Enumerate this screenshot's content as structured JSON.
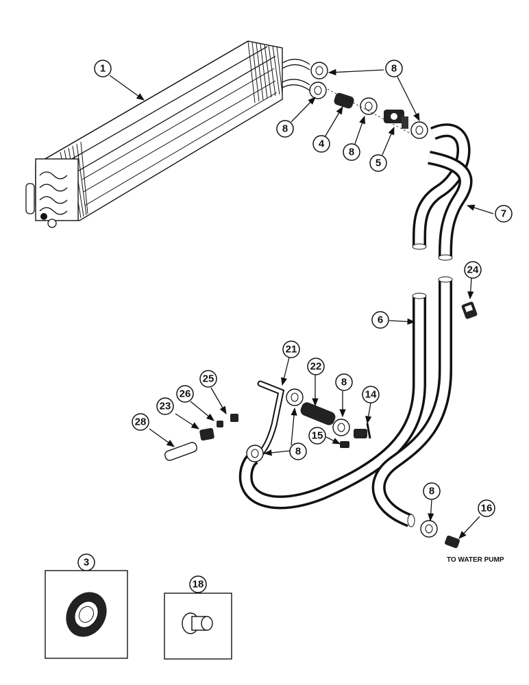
{
  "callouts": {
    "c1": "1",
    "c3": "3",
    "c4": "4",
    "c5": "5",
    "c6": "6",
    "c7": "7",
    "c8": "8",
    "c14": "14",
    "c15": "15",
    "c16": "16",
    "c18": "18",
    "c21": "21",
    "c22": "22",
    "c23": "23",
    "c24": "24",
    "c25": "25",
    "c26": "26",
    "c28": "28"
  },
  "notes": {
    "water_pump": "TO WATER PUMP"
  }
}
